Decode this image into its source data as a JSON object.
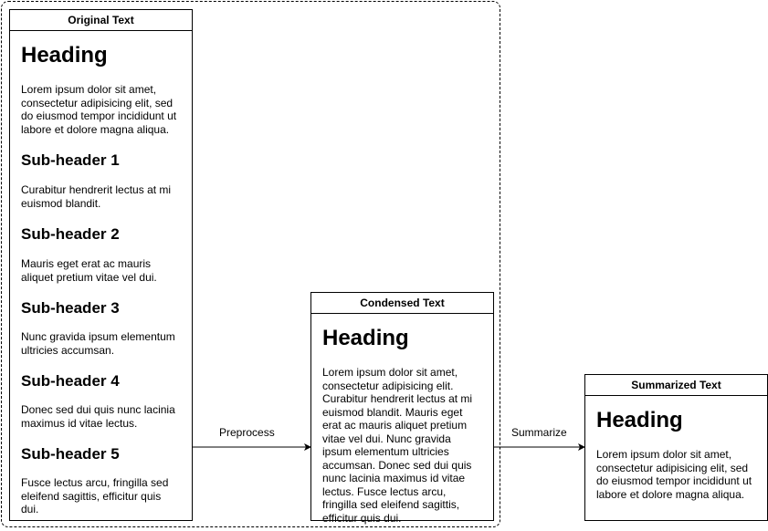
{
  "original": {
    "title": "Original Text",
    "heading": "Heading",
    "intro": "Lorem ipsum dolor sit amet, consectetur adipisicing elit, sed do eiusmod tempor incididunt ut labore et dolore magna aliqua.",
    "sections": [
      {
        "subheader": "Sub-header 1",
        "text": "Curabitur hendrerit lectus at mi euismod blandit."
      },
      {
        "subheader": "Sub-header 2",
        "text": "Mauris eget erat ac mauris aliquet pretium vitae vel dui."
      },
      {
        "subheader": "Sub-header 3",
        "text": "Nunc gravida ipsum elementum ultricies accumsan."
      },
      {
        "subheader": "Sub-header 4",
        "text": "Donec sed dui quis nunc lacinia maximus id vitae lectus."
      },
      {
        "subheader": "Sub-header 5",
        "text": "Fusce lectus arcu, fringilla sed eleifend sagittis, efficitur quis dui."
      }
    ]
  },
  "condensed": {
    "title": "Condensed Text",
    "heading": "Heading",
    "text": "Lorem ipsum dolor sit amet, consectetur adipisicing elit. Curabitur hendrerit lectus at mi euismod blandit. Mauris eget erat ac mauris aliquet pretium vitae vel dui. Nunc gravida ipsum elementum ultricies accumsan. Donec sed dui quis nunc lacinia maximus id vitae lectus. Fusce lectus arcu, fringilla sed eleifend sagittis, efficitur quis dui."
  },
  "summarized": {
    "title": "Summarized Text",
    "heading": "Heading",
    "text": "Lorem ipsum dolor sit amet, consectetur adipisicing elit, sed do eiusmod tempor incididunt ut labore et dolore magna aliqua."
  },
  "edges": {
    "preprocess_label": "Preprocess",
    "summarize_label": "Summarize"
  }
}
